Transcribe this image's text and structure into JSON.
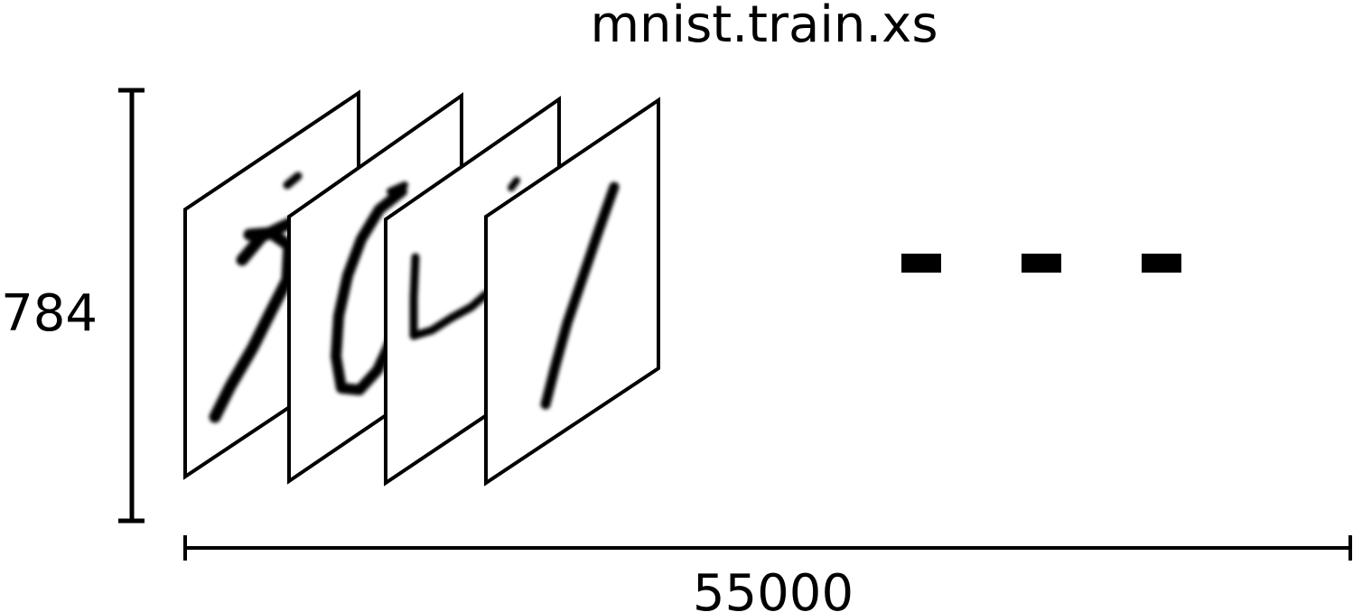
{
  "title": "mnist.train.xs",
  "height_label": "784",
  "width_label": "55000",
  "cards": [
    {
      "digit": "5",
      "icon": "handwritten-digit-5"
    },
    {
      "digit": "0",
      "icon": "handwritten-digit-0"
    },
    {
      "digit": "4",
      "icon": "handwritten-digit-4"
    },
    {
      "digit": "1",
      "icon": "handwritten-digit-1"
    }
  ],
  "continuation": "ellipsis-dashes",
  "colors": {
    "ink": "#000000",
    "card_fill": "#ffffff"
  }
}
